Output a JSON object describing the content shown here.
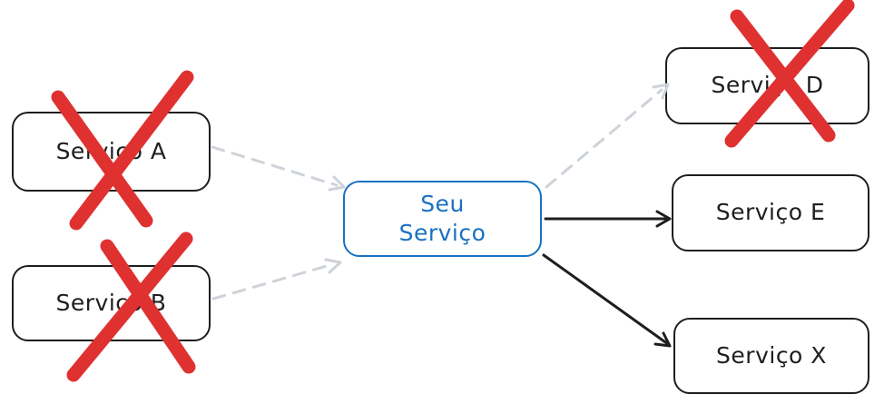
{
  "diagram": {
    "colors": {
      "ink": "#1e1e1e",
      "accent": "#1971c2",
      "danger": "#e03131",
      "muted": "#ced3d9",
      "bg": "#ffffff"
    },
    "nodes": {
      "a": {
        "label": "Serviço A",
        "crossed_out": true
      },
      "b": {
        "label": "Serviço B",
        "crossed_out": true
      },
      "center": {
        "lines": [
          "Seu",
          "Serviço"
        ],
        "crossed_out": false,
        "accent": true
      },
      "d": {
        "label": "Serviço D",
        "crossed_out": true
      },
      "e": {
        "label": "Serviço E",
        "crossed_out": false
      },
      "x": {
        "label": "Serviço X",
        "crossed_out": false
      }
    },
    "edges": [
      {
        "from": "a",
        "to": "center",
        "style": "dashed"
      },
      {
        "from": "b",
        "to": "center",
        "style": "dashed"
      },
      {
        "from": "center",
        "to": "d",
        "style": "dashed"
      },
      {
        "from": "center",
        "to": "e",
        "style": "solid"
      },
      {
        "from": "center",
        "to": "x",
        "style": "solid"
      }
    ]
  }
}
